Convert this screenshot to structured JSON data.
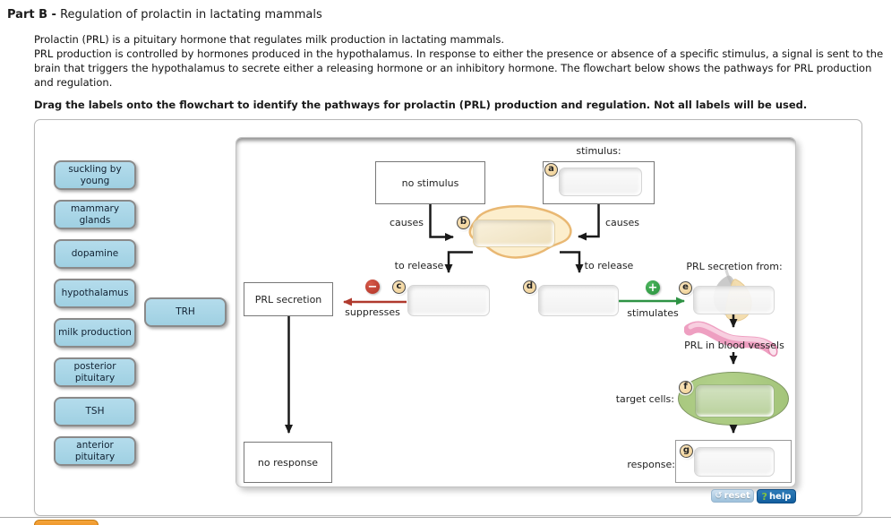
{
  "header": {
    "part_label": "Part B -",
    "title": "Regulation of prolactin in lactating mammals"
  },
  "intro": {
    "line1": "Prolactin (PRL) is a pituitary hormone that regulates milk production in lactating mammals.",
    "line2": "PRL production is controlled by hormones produced in the hypothalamus. In response to either the presence or absence of a specific stimulus, a signal is sent to the brain that triggers the hypothalamus to secrete either a releasing hormone or an inhibitory hormone. The flowchart below shows the pathways for PRL production and regulation.",
    "instruction": "Drag the labels onto the flowchart to identify the pathways for prolactin (PRL) production and regulation. Not all labels will be used."
  },
  "labels": [
    "suckling by young",
    "mammary glands",
    "dopamine",
    "hypothalamus",
    "milk production",
    "posterior pituitary",
    "TSH",
    "anterior pituitary",
    "TRH"
  ],
  "flowchart": {
    "badges": [
      "a",
      "b",
      "c",
      "d",
      "e",
      "f",
      "g"
    ],
    "no_stimulus": "no stimulus",
    "stimulus_label": "stimulus:",
    "causes_left": "causes",
    "causes_right": "causes",
    "to_release_left": "to release",
    "to_release_right": "to release",
    "prl_secretion": "PRL secretion",
    "suppresses": "suppresses",
    "stimulates": "stimulates",
    "prl_secretion_from": "PRL secretion from:",
    "prl_in_blood_vessels": "PRL in blood vessels",
    "target_cells": "target cells:",
    "response": "response:",
    "no_response": "no response"
  },
  "icons": {
    "minus": "−",
    "plus": "+",
    "reset_arrow": "↺",
    "question": "?"
  },
  "footer": {
    "reset": "reset",
    "help": "help"
  },
  "colors": {
    "label_blue": "#a9d4e6",
    "suppress_red": "#b03a2e",
    "stimulate_green": "#2e9344",
    "hypothalamus_tan": "#fceecd",
    "pituitary_tan": "#f3dcab",
    "vessel_pink": "#ee9fc1",
    "target_cells_green": "#a9c97f",
    "help_blue": "#125e9e",
    "reset_blue": "#9dc1dc",
    "submit_orange": "#e8861a"
  }
}
